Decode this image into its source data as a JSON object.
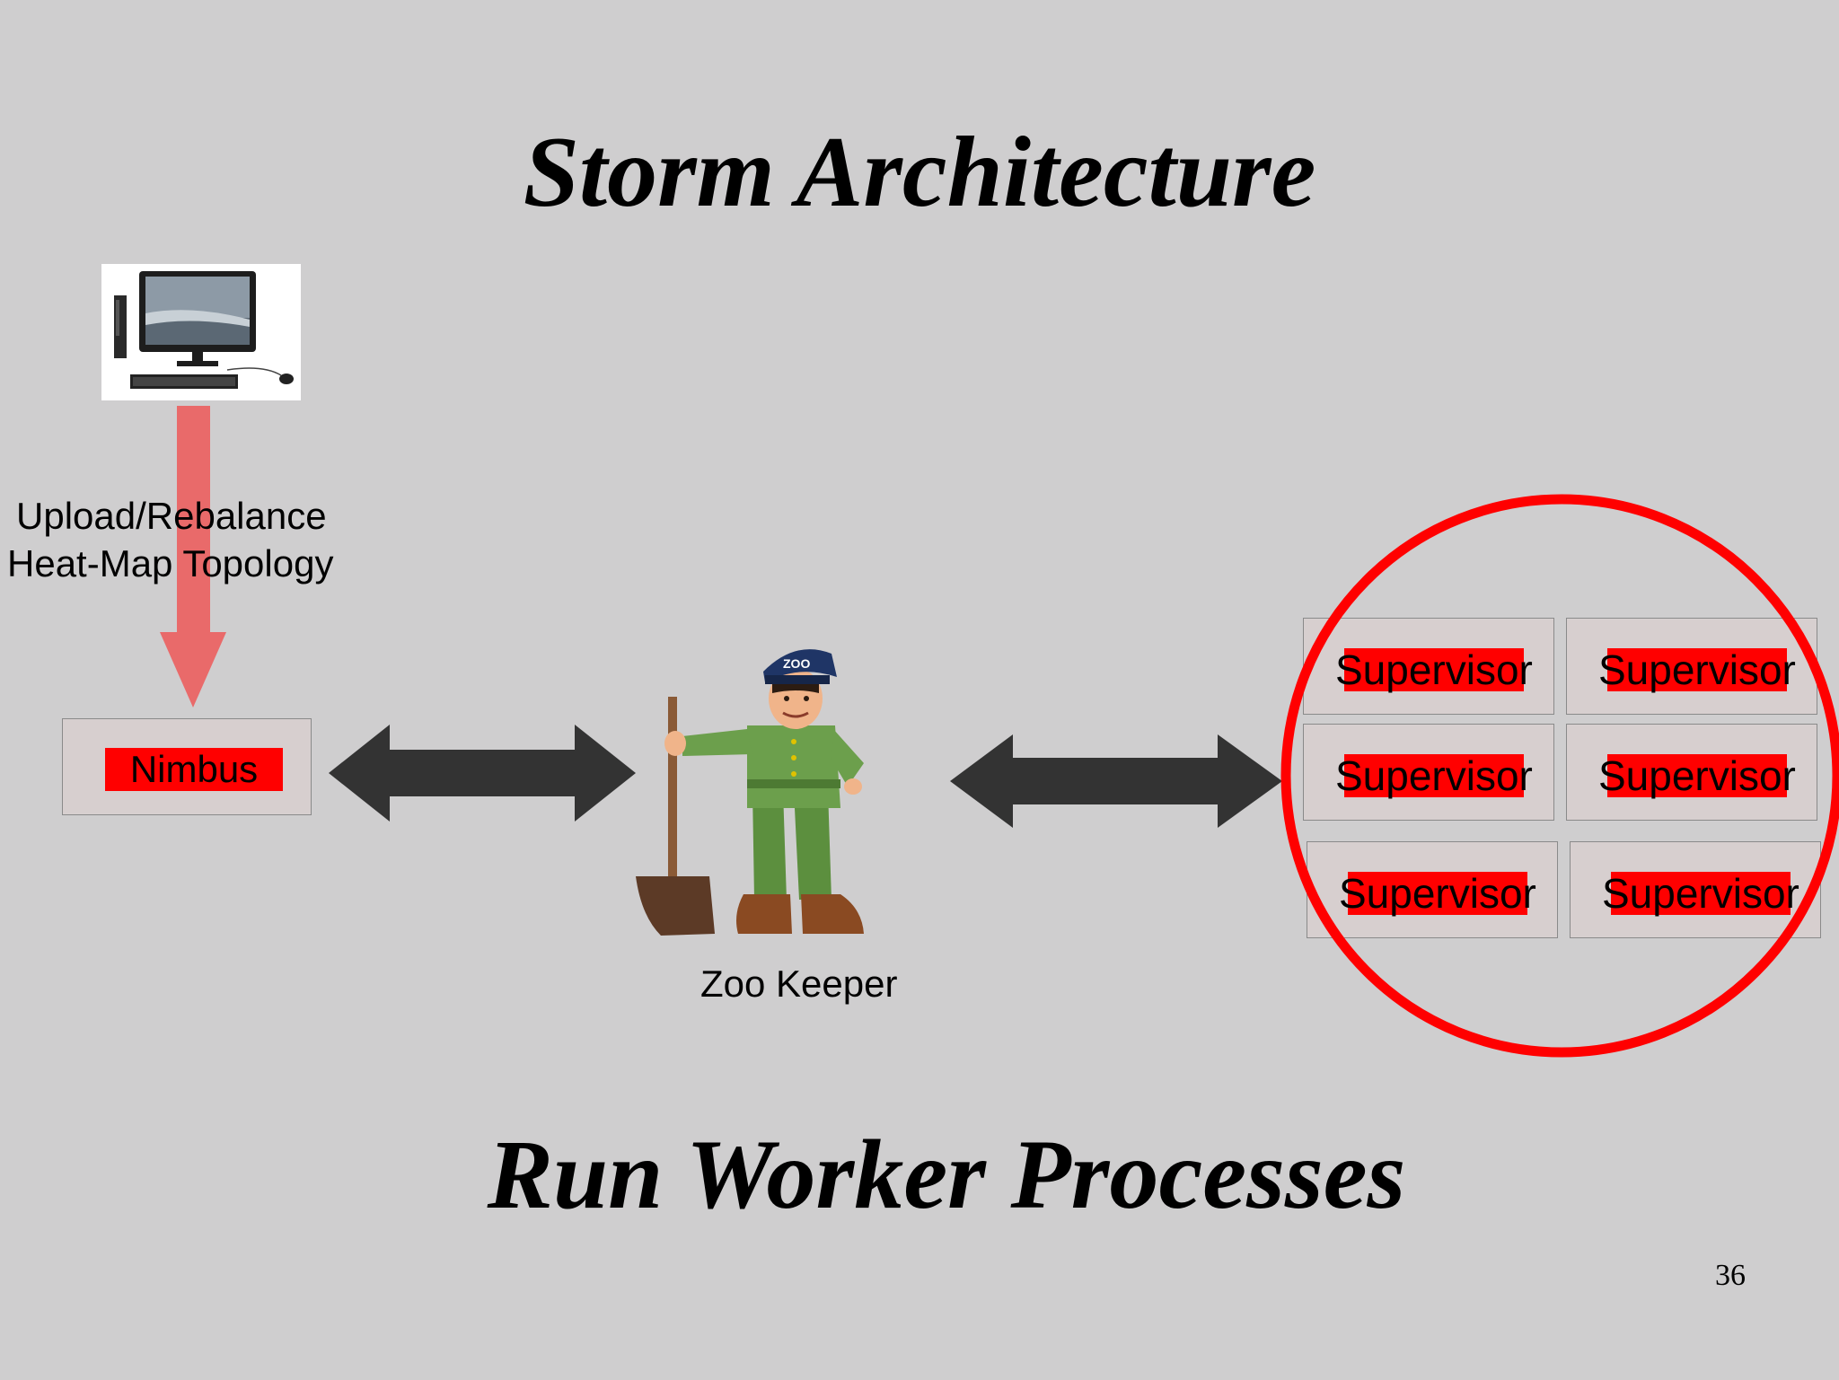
{
  "slide": {
    "title": "Storm Architecture",
    "subtitle": "Run Worker Processes",
    "page_number": "36"
  },
  "client": {
    "label_line1": "Upload/Rebalance",
    "label_line2": "Heat-Map Topology"
  },
  "nimbus": {
    "label": "Nimbus"
  },
  "zookeeper": {
    "label": "Zoo Keeper",
    "cap_text": "ZOO"
  },
  "supervisors": [
    {
      "label": "Supervisor"
    },
    {
      "label": "Supervisor"
    },
    {
      "label": "Supervisor"
    },
    {
      "label": "Supervisor"
    },
    {
      "label": "Supervisor"
    },
    {
      "label": "Supervisor"
    }
  ],
  "colors": {
    "background": "#cfcecf",
    "highlight": "#ff0000",
    "upload_arrow": "#e96a6a",
    "connector_arrow": "#333333",
    "box_fill": "#d7cfcf"
  }
}
